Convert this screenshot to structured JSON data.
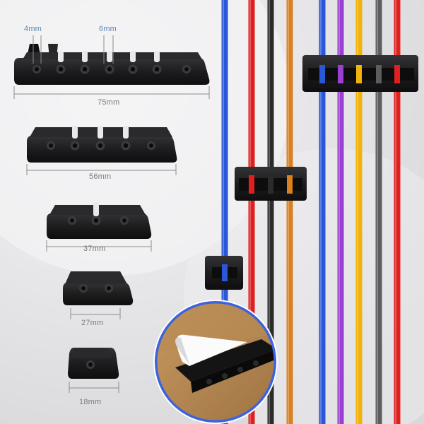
{
  "dimensions": {
    "clip_75": {
      "width": "75mm",
      "slot_gap": "6mm",
      "hole": "4mm"
    },
    "clip_56": {
      "width": "56mm"
    },
    "clip_37": {
      "width": "37mm"
    },
    "clip_27": {
      "width": "27mm"
    },
    "clip_18": {
      "width": "18mm"
    }
  },
  "colors": {
    "background": "#e7e7e9",
    "clip": "#1b1b1d",
    "cable_blue": "#2a56d8",
    "cable_red": "#e02020",
    "cable_black": "#2b2b2b",
    "cable_orange": "#d9801f",
    "cable_purple": "#9a3fd1",
    "cable_yellow": "#f1b20e",
    "cable_gray": "#5d5d5f",
    "dimension_line": "#8b8b90"
  }
}
